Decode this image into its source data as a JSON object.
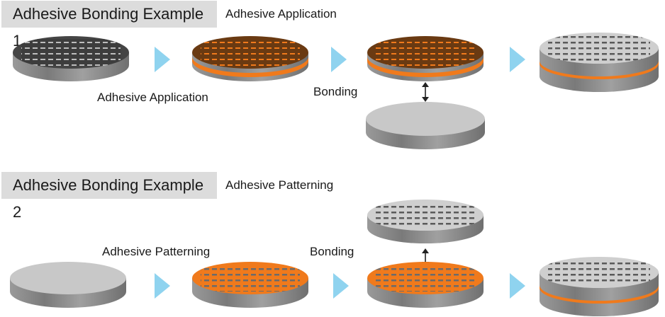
{
  "example1": {
    "title": "Adhesive Bonding Example 1",
    "subtitle": "Adhesive Application",
    "step_labels": [
      "Adhesive Application",
      "Bonding"
    ]
  },
  "example2": {
    "title": "Adhesive Bonding Example 2",
    "subtitle": "Adhesive Patterning",
    "step_labels": [
      "Adhesive Patterning",
      "Bonding"
    ]
  },
  "colors": {
    "arrow": "#8fd3ef",
    "adhesive": "#f07a1c",
    "wafer_top_dark": "#4a4a4a",
    "wafer_top_light": "#c9c9c9",
    "wafer_side": "#8a8a8a",
    "title_bg": "#dcdcdc"
  },
  "icons": [
    "right-arrow-icon",
    "double-arrow-icon"
  ]
}
